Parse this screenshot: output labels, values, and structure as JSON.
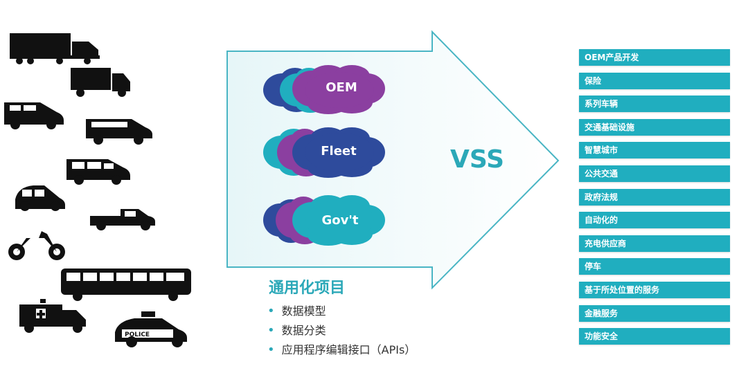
{
  "clouds": [
    {
      "label": "OEM",
      "front_color": "#8b3fa0"
    },
    {
      "label": "Fleet",
      "front_color": "#2e4b9c"
    },
    {
      "label": "Gov't",
      "front_color": "#20aebf"
    }
  ],
  "hub_label": "VSS",
  "generic": {
    "title": "通用化项目",
    "items": [
      "数据模型",
      "数据分类",
      "应用程序编辑接口（APIs）"
    ]
  },
  "applications": [
    "OEM产品开发",
    "保险",
    "系列车辆",
    "交通基础设施",
    "智慧城市",
    "公共交通",
    "政府法规",
    "自动化的",
    "充电供应商",
    "停车",
    "基于所处位置的服务",
    "金融服务",
    "功能安全"
  ],
  "police_text": "POLICE",
  "colors": {
    "teal": "#20aebf",
    "purple": "#8b3fa0",
    "blue": "#2e4b9c",
    "vehicle": "#111111"
  }
}
